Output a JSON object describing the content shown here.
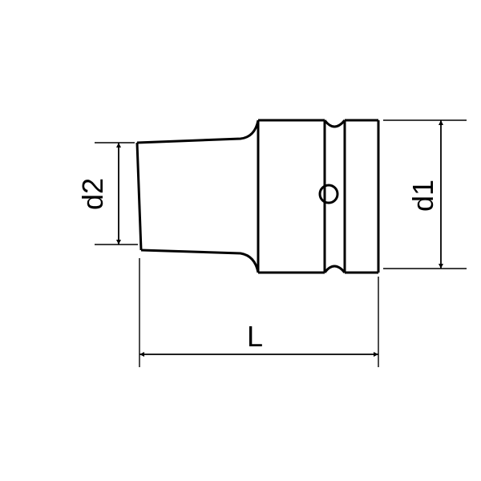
{
  "diagram": {
    "labels": {
      "d1": "d1",
      "d2": "d2",
      "L": "L"
    },
    "colors": {
      "stroke": "#000000",
      "background": "#ffffff"
    }
  }
}
